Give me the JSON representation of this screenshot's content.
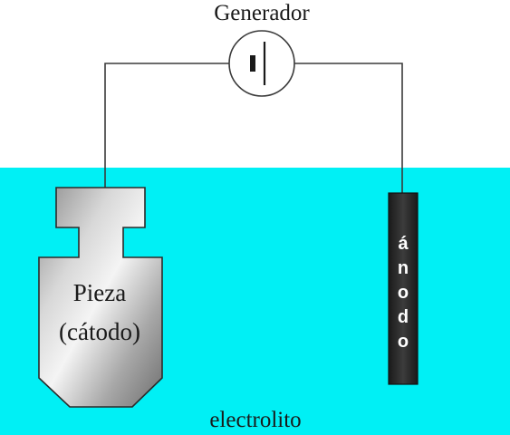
{
  "diagram": {
    "generator_label": "Generador",
    "cathode_label_line1": "Pieza",
    "cathode_label_line2": "(cátodo)",
    "anode_label": "ánodo",
    "electrolyte_label": "electrolito"
  },
  "colors": {
    "electrolyte": "#00f0f5",
    "wire": "#3a3a3a",
    "anode": "#2a2a2a"
  }
}
